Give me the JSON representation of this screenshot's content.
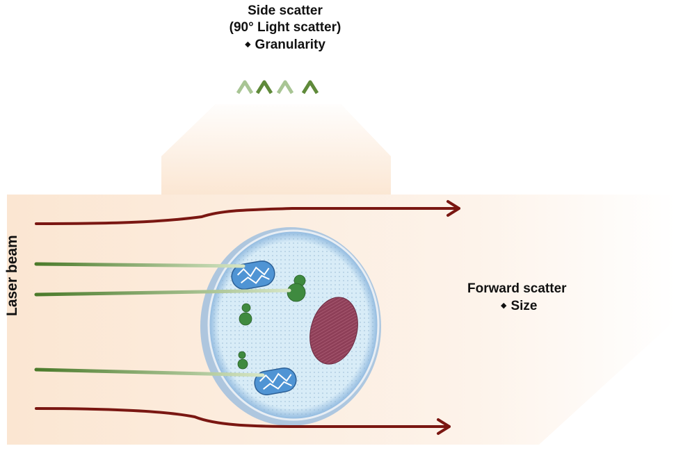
{
  "side_scatter": {
    "line1": "Side scatter",
    "line2": "(90° Light scatter)",
    "bullet": "◆",
    "line3": "Granularity"
  },
  "forward_scatter": {
    "line1": "Forward scatter",
    "bullet": "◆",
    "line2": "Size"
  },
  "laser_beam": "Laser beam",
  "colors": {
    "panel": "#fdf0e4",
    "arrow_red": "#7a1712",
    "arrow_green": "#5f8a3a",
    "cell_fill": "#d8ecf7",
    "cell_border": "#6f9fcf",
    "nucleus": "#8e3f58",
    "granule": "#3f8a3f",
    "mitochondria": "#4f94d4"
  }
}
